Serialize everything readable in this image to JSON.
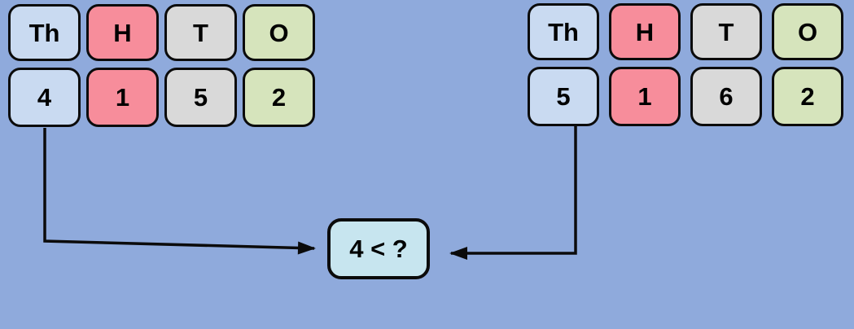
{
  "colors": {
    "background": "#8FAADC",
    "thousands_cell": "#C9DAF1",
    "hundreds_cell": "#F78D9B",
    "tens_cell": "#D9D9D9",
    "ones_cell": "#D6E4BC",
    "comparison_box": "#C7E5EF",
    "line_and_text": "#000000"
  },
  "left_chart": {
    "headers": [
      "Th",
      "H",
      "T",
      "O"
    ],
    "digits": [
      "4",
      "1",
      "5",
      "2"
    ]
  },
  "right_chart": {
    "headers": [
      "Th",
      "H",
      "T",
      "O"
    ],
    "digits": [
      "5",
      "1",
      "6",
      "2"
    ]
  },
  "comparison": {
    "label": "4 < ?"
  }
}
